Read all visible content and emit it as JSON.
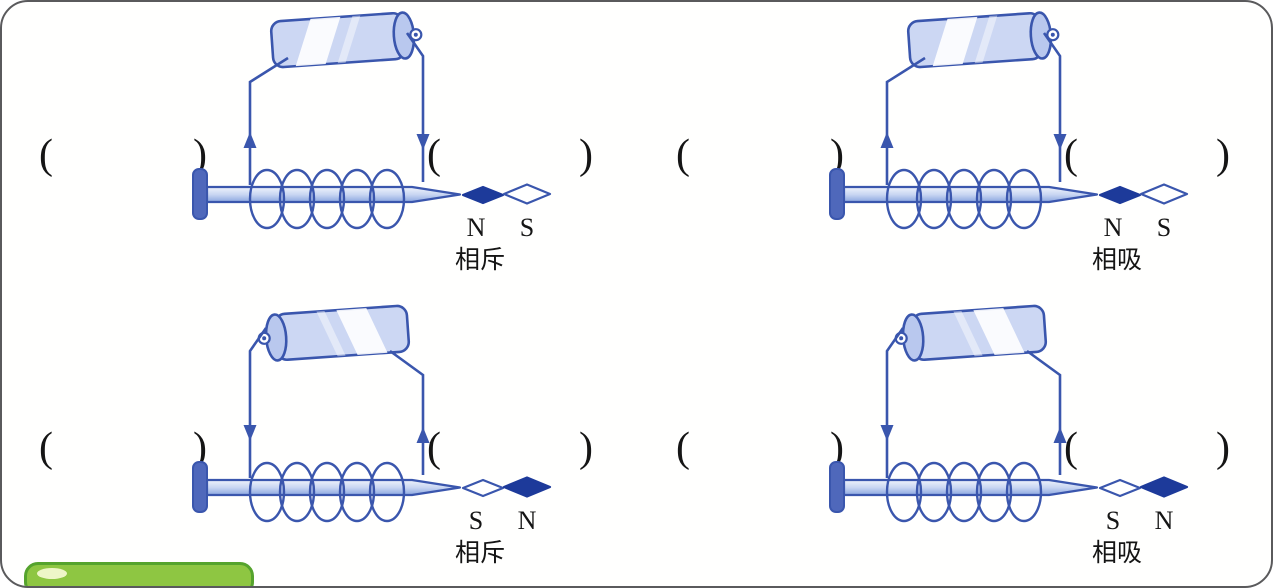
{
  "palette": {
    "outline_blue": "#3a56ad",
    "navy": "#1d3a9a",
    "light_blue": "#ccd7f3",
    "light_blue_2": "#b9c8ee",
    "badge_green": "#8ec642",
    "badge_green_border": "#55a32d"
  },
  "cells": [
    {
      "id": "top-left",
      "blanks": {
        "left_open": "(",
        "left_close": ")",
        "right_open": "(",
        "right_close": ")"
      },
      "battery_nub": "right",
      "left_current": "up",
      "right_current": "down",
      "pole_left": "N",
      "pole_right": "S",
      "dark_half": "left",
      "relation": "相斥"
    },
    {
      "id": "top-right",
      "blanks": {
        "left_open": "(",
        "left_close": ")",
        "right_open": "(",
        "right_close": ")"
      },
      "battery_nub": "right",
      "left_current": "up",
      "right_current": "down",
      "pole_left": "N",
      "pole_right": "S",
      "dark_half": "left",
      "relation": "相吸"
    },
    {
      "id": "bottom-left",
      "blanks": {
        "left_open": "(",
        "left_close": ")",
        "right_open": "(",
        "right_close": ")"
      },
      "battery_nub": "left",
      "left_current": "down",
      "right_current": "up",
      "pole_left": "S",
      "pole_right": "N",
      "dark_half": "right",
      "relation": "相斥"
    },
    {
      "id": "bottom-right",
      "blanks": {
        "left_open": "(",
        "left_close": ")",
        "right_open": "(",
        "right_close": ")"
      },
      "battery_nub": "left",
      "left_current": "down",
      "right_current": "up",
      "pole_left": "S",
      "pole_right": "N",
      "dark_half": "right",
      "relation": "相吸"
    }
  ]
}
